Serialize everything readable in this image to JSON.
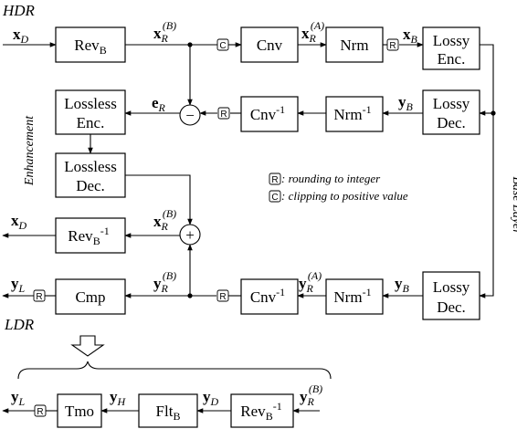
{
  "labels": {
    "hdr": "HDR",
    "ldr": "LDR",
    "enhancement": "Enhancement",
    "base_layer": "Base Layer"
  },
  "blocks": {
    "rev_b": {
      "main": "Rev",
      "sub": "B"
    },
    "cnv": "Cnv",
    "nrm": "Nrm",
    "lossy_enc": [
      "Lossy",
      "Enc."
    ],
    "lossless_enc": [
      "Lossless",
      "Enc."
    ],
    "cnv_inv": {
      "main": "Cnv",
      "sup": "-1"
    },
    "nrm_inv": {
      "main": "Nrm",
      "sup": "-1"
    },
    "lossy_dec": [
      "Lossy",
      "Dec."
    ],
    "lossless_dec": [
      "Lossless",
      "Dec."
    ],
    "rev_b_inv": {
      "main": "Rev",
      "sub": "B",
      "sup": "-1"
    },
    "cnv_inv_2": {
      "main": "Cnv",
      "sup": "-1"
    },
    "nrm_inv_2": {
      "main": "Nrm",
      "sup": "-1"
    },
    "lossy_dec_2": [
      "Lossy",
      "Dec."
    ],
    "cmp": "Cmp",
    "tmo": "Tmo",
    "flt_b": {
      "main": "Flt",
      "sub": "B"
    },
    "rev_b_inv_2": {
      "main": "Rev",
      "sub": "B",
      "sup": "-1"
    }
  },
  "signals": {
    "x_d_in": {
      "main": "x",
      "sub": "D"
    },
    "x_r_b": {
      "main": "x",
      "sub": "R",
      "sup": "(B)"
    },
    "x_r_a": {
      "main": "x",
      "sub": "R",
      "sup": "(A)"
    },
    "x_b": {
      "main": "x",
      "sub": "B"
    },
    "e_r": {
      "main": "e",
      "sub": "R"
    },
    "y_b_1": {
      "main": "y",
      "sub": "B"
    },
    "x_r_b_2": {
      "main": "x",
      "sub": "R",
      "sup": "(B)"
    },
    "x_d_out": {
      "main": "x",
      "sub": "D"
    },
    "y_l": {
      "main": "y",
      "sub": "L"
    },
    "y_r_b": {
      "main": "y",
      "sub": "R",
      "sup": "(B)"
    },
    "y_r_a": {
      "main": "y",
      "sub": "R",
      "sup": "(A)"
    },
    "y_b_2": {
      "main": "y",
      "sub": "B"
    },
    "y_l_2": {
      "main": "y",
      "sub": "L"
    },
    "y_h": {
      "main": "y",
      "sub": "H"
    },
    "y_d": {
      "main": "y",
      "sub": "D"
    },
    "y_r_b_2": {
      "main": "y",
      "sub": "R",
      "sup": "(B)"
    }
  },
  "operators": {
    "minus": "−",
    "plus": "+"
  },
  "badges": {
    "r": "R",
    "c": "C"
  },
  "legend": {
    "r_text": ": rounding to integer",
    "c_text": ": clipping to positive value"
  }
}
